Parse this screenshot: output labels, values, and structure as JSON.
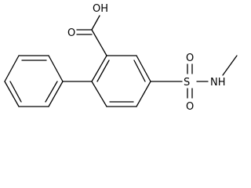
{
  "atom_labels": {
    "hydroxyl": "OH",
    "carbonyl_o": "O",
    "sulfur": "S",
    "sulfonyl_o_top": "O",
    "sulfonyl_o_bottom": "O",
    "amine": "NH"
  },
  "colors": {
    "ink": "#000000",
    "background": "#ffffff"
  }
}
